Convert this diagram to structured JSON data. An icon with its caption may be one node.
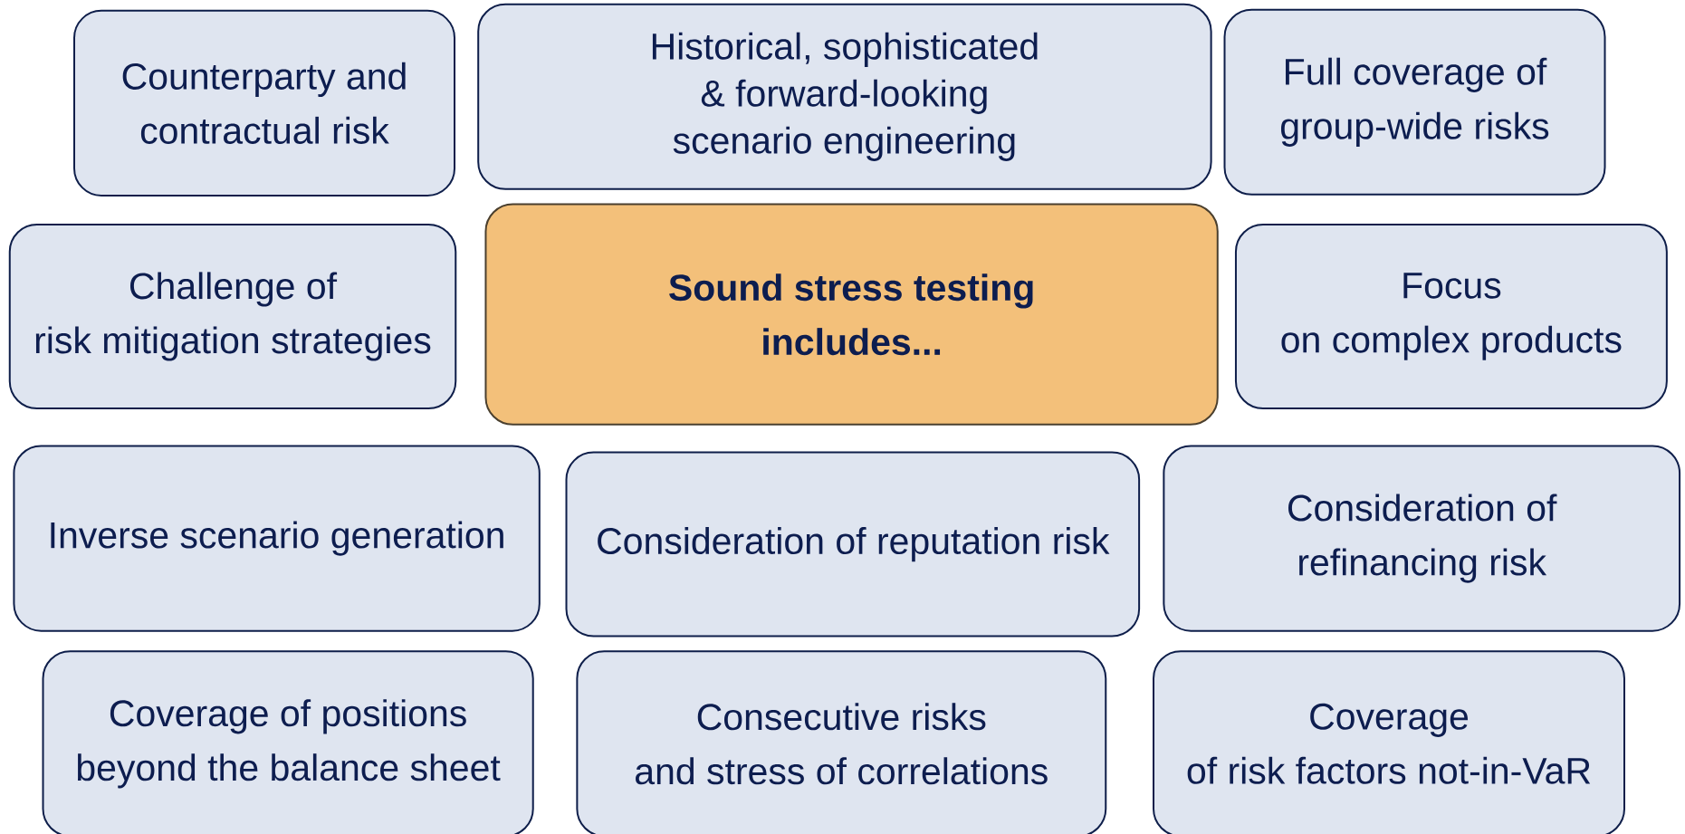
{
  "diagram": {
    "nodes": [
      {
        "text": [
          "Counterparty and contractual risk"
        ]
      },
      {
        "text": [
          "Historical, sophisticated & forward-looking scenario engineering"
        ]
      },
      {
        "text": [
          "Full coverage of group-wide risks"
        ]
      },
      {
        "text": [
          "Challenge of risk mitigation strategies"
        ]
      },
      {
        "text": [
          "Sound stress testing includes..."
        ]
      },
      {
        "text": [
          "Focus on complex products"
        ]
      },
      {
        "text": [
          "Inverse scenario generation"
        ]
      },
      {
        "text": [
          "Consideration of reputation risk"
        ]
      },
      {
        "text": [
          "Consideration of refinancing risk"
        ]
      },
      {
        "text": [
          "Coverage of positions beyond the balance sheet"
        ]
      },
      {
        "text": [
          "Consecutive risks and stress of correlations"
        ]
      },
      {
        "text": [
          "Coverage of risk factors not-in-VaR"
        ]
      }
    ],
    "edges": []
  }
}
